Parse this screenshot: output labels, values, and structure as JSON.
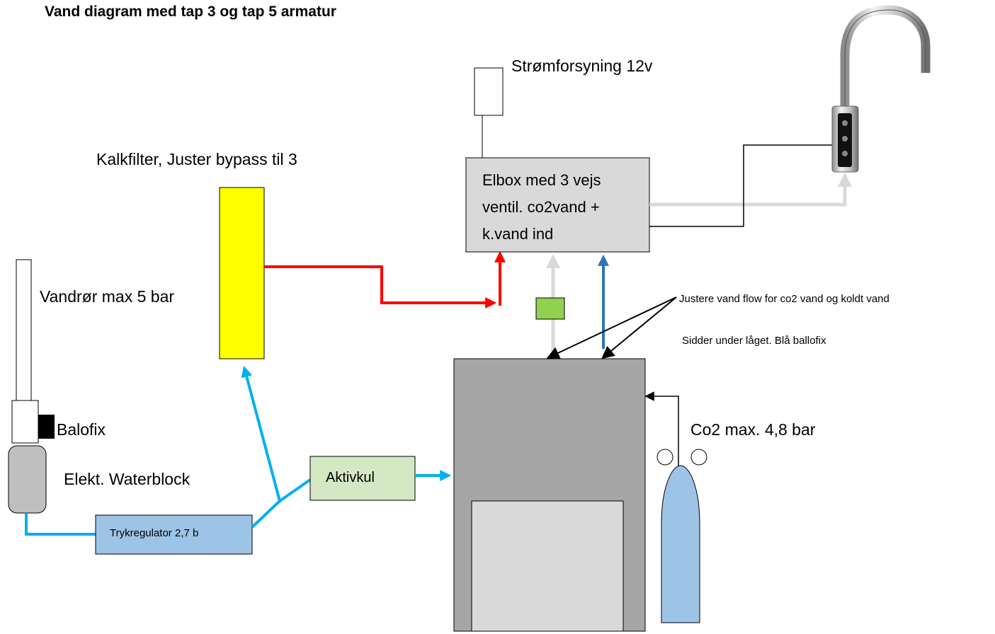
{
  "title": "Vand diagram med tap 3 og tap 5 armatur",
  "labels": {
    "power_supply": "Strømforsyning 12v",
    "lime_filter": "Kalkfilter, Juster bypass til 3",
    "water_pipe": "Vandrør max 5 bar",
    "balofix": "Balofix",
    "waterblock": "Elekt. Waterblock",
    "co2": "Co2 max. 4,8 bar",
    "adjust_flow": "Justere vand flow for co2 vand og koldt vand",
    "under_lid": "Sidder under låget. Blå ballofix"
  },
  "elbox": {
    "line1": "Elbox med 3 vejs",
    "line2": "ventil. co2vand +",
    "line3": "k.vand ind"
  },
  "pressure_regulator": "Trykregulator 2,7 b",
  "active_carbon": "Aktivkul",
  "colors": {
    "red_line": "#ff0000",
    "blue_line": "#00b0f0",
    "dark_blue_line": "#2e75b6",
    "grey_line": "#d9d9d9",
    "yellow_filter": "#ffff00",
    "green_box": "#d5e8c4",
    "green_valve": "#92d050",
    "regulator_fill": "#9dc3e6",
    "cylinder_fill": "#9dc3e6",
    "unit_fill": "#a6a6a6",
    "elbox_fill": "#d9d9d9"
  }
}
